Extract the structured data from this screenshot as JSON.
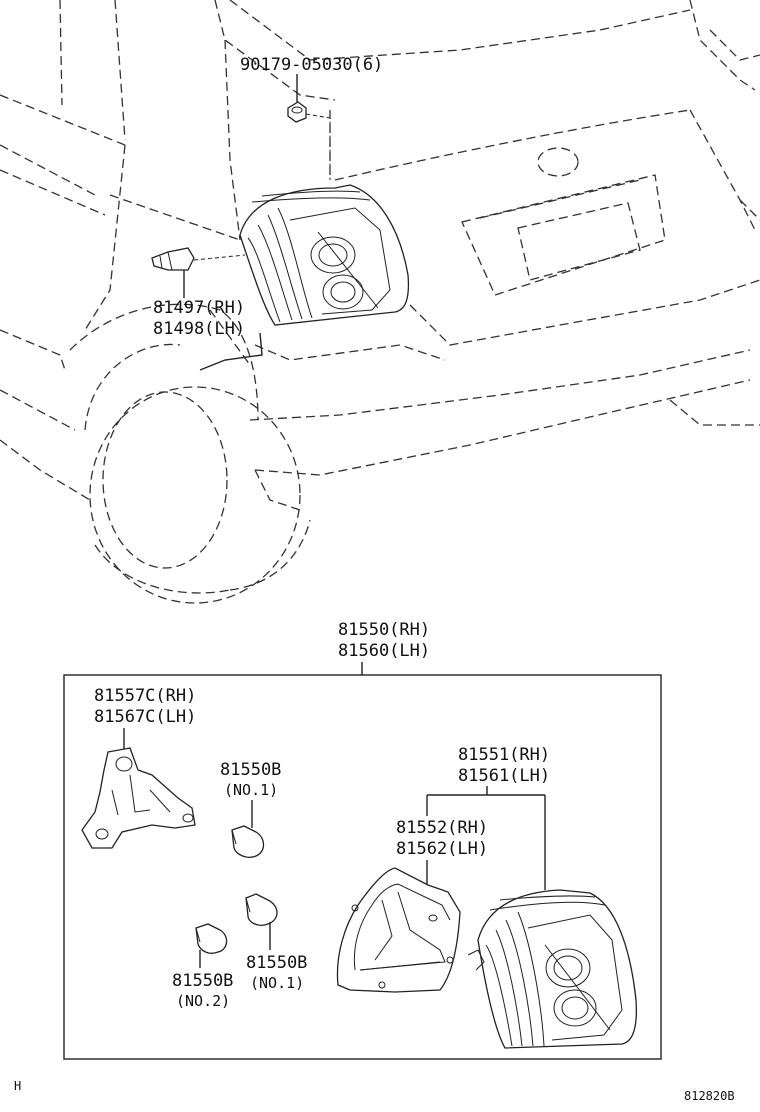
{
  "labels": {
    "screw_nut": "90179-05030(6)",
    "socket_rh": "81497(RH)",
    "socket_lh": "81498(LH)",
    "assy_rh": "81550(RH)",
    "assy_lh": "81560(LH)",
    "bracket_rh": "81557C(RH)",
    "bracket_lh": "81567C(LH)",
    "bulb_top_part": "81550B",
    "bulb_top_note": "(NO.1)",
    "lens_rh": "81551(RH)",
    "lens_lh": "81561(LH)",
    "gasket_rh": "81552(RH)",
    "gasket_lh": "81562(LH)",
    "bulb_right_part": "81550B",
    "bulb_right_note": "(NO.1)",
    "bulb_left_part": "81550B",
    "bulb_left_note": "(NO.2)"
  },
  "footer": {
    "left_mark": "H",
    "drawing_code": "812820B"
  }
}
